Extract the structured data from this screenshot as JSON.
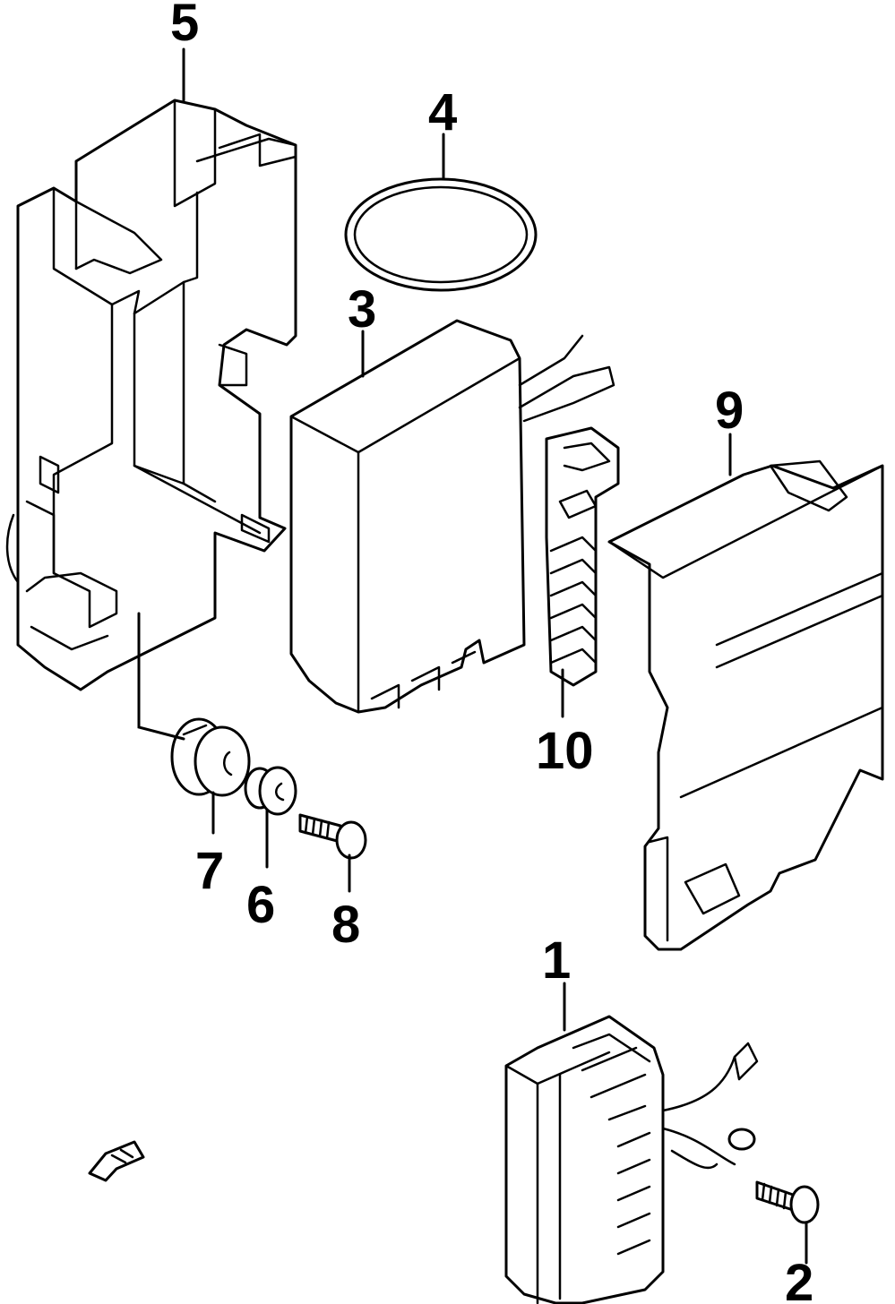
{
  "diagram": {
    "callouts": {
      "c1": "1",
      "c2": "2",
      "c3": "3",
      "c4": "4",
      "c5": "5",
      "c6": "6",
      "c7": "7",
      "c8": "8",
      "c9": "9",
      "c10": "10"
    },
    "ink_color": "#000000",
    "background_color": "#ffffff",
    "front_arrow_icon": "front-direction-arrow-icon"
  }
}
